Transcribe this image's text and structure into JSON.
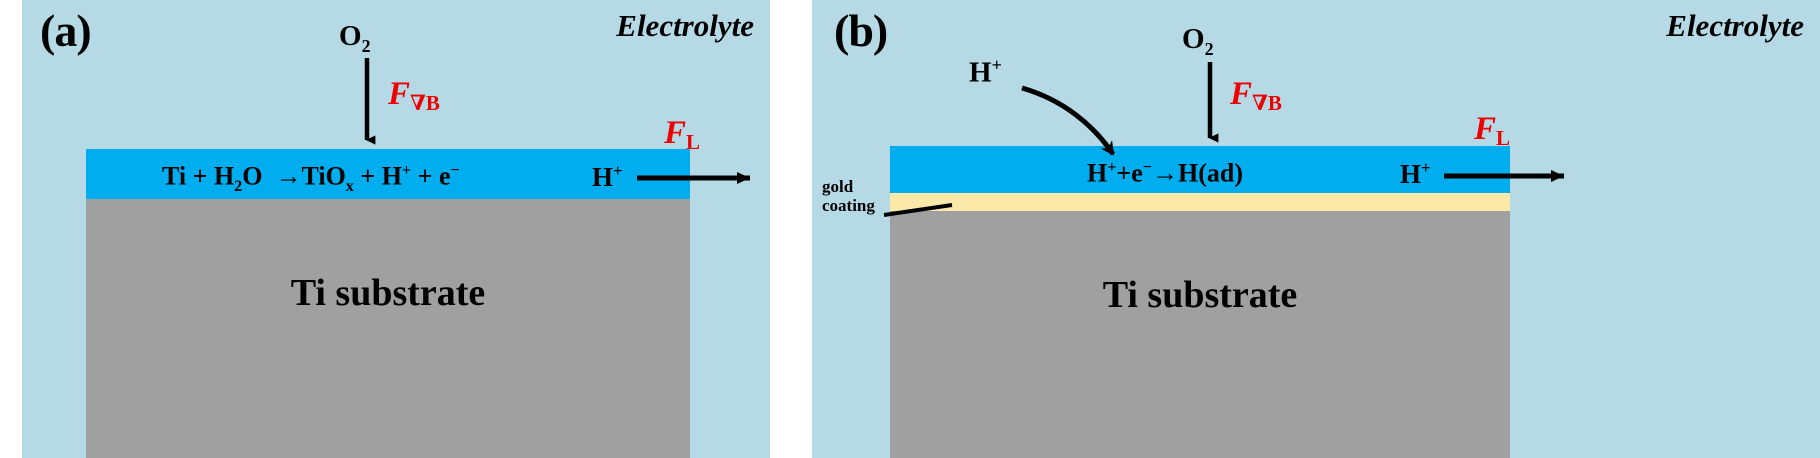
{
  "figure": {
    "background": "#ffffff",
    "panel_background": "#b5dae6",
    "oxide_color": "#00aeef",
    "substrate_color": "#a0a0a0",
    "gold_color": "#fce8a8",
    "force_color": "#ee0000"
  },
  "panel_a": {
    "letter": "(a)",
    "electrolyte_label": "Electrolyte",
    "oxygen_label": "O",
    "oxygen_sub": "2",
    "gradient_force": {
      "symbol": "F",
      "subscript": "∇B"
    },
    "lorentz_force": {
      "symbol": "F",
      "subscript": "L"
    },
    "equation_parts": {
      "reactant_1": "Ti",
      "plus_1": "+",
      "reactant_2_base": "H",
      "reactant_2_sub": "2",
      "reactant_2_tail": "O",
      "arrow": "→",
      "product_1_base": "TiO",
      "product_1_sub": "x",
      "plus_2": "+",
      "product_2_base": "H",
      "product_2_sup": "+",
      "plus_3": "+",
      "product_3_base": "e",
      "product_3_sup": "−"
    },
    "transported_ion": {
      "base": "H",
      "sup": "+"
    },
    "substrate_label": "Ti substrate"
  },
  "panel_b": {
    "letter": "(b)",
    "electrolyte_label": "Electrolyte",
    "incoming_ion": {
      "base": "H",
      "sup": "+"
    },
    "oxygen_label": "O",
    "oxygen_sub": "2",
    "gradient_force": {
      "symbol": "F",
      "subscript": "∇B"
    },
    "lorentz_force": {
      "symbol": "F",
      "subscript": "L"
    },
    "equation_parts": {
      "reactant_1_base": "H",
      "reactant_1_sup": "+",
      "plus_1": "+",
      "reactant_2_base": "e",
      "reactant_2_sup": "−",
      "arrow": "→",
      "product_base": "H(ad)"
    },
    "transported_ion": {
      "base": "H",
      "sup": "+"
    },
    "gold_label_line1": "gold",
    "gold_label_line2": "coating",
    "substrate_label": "Ti substrate"
  }
}
